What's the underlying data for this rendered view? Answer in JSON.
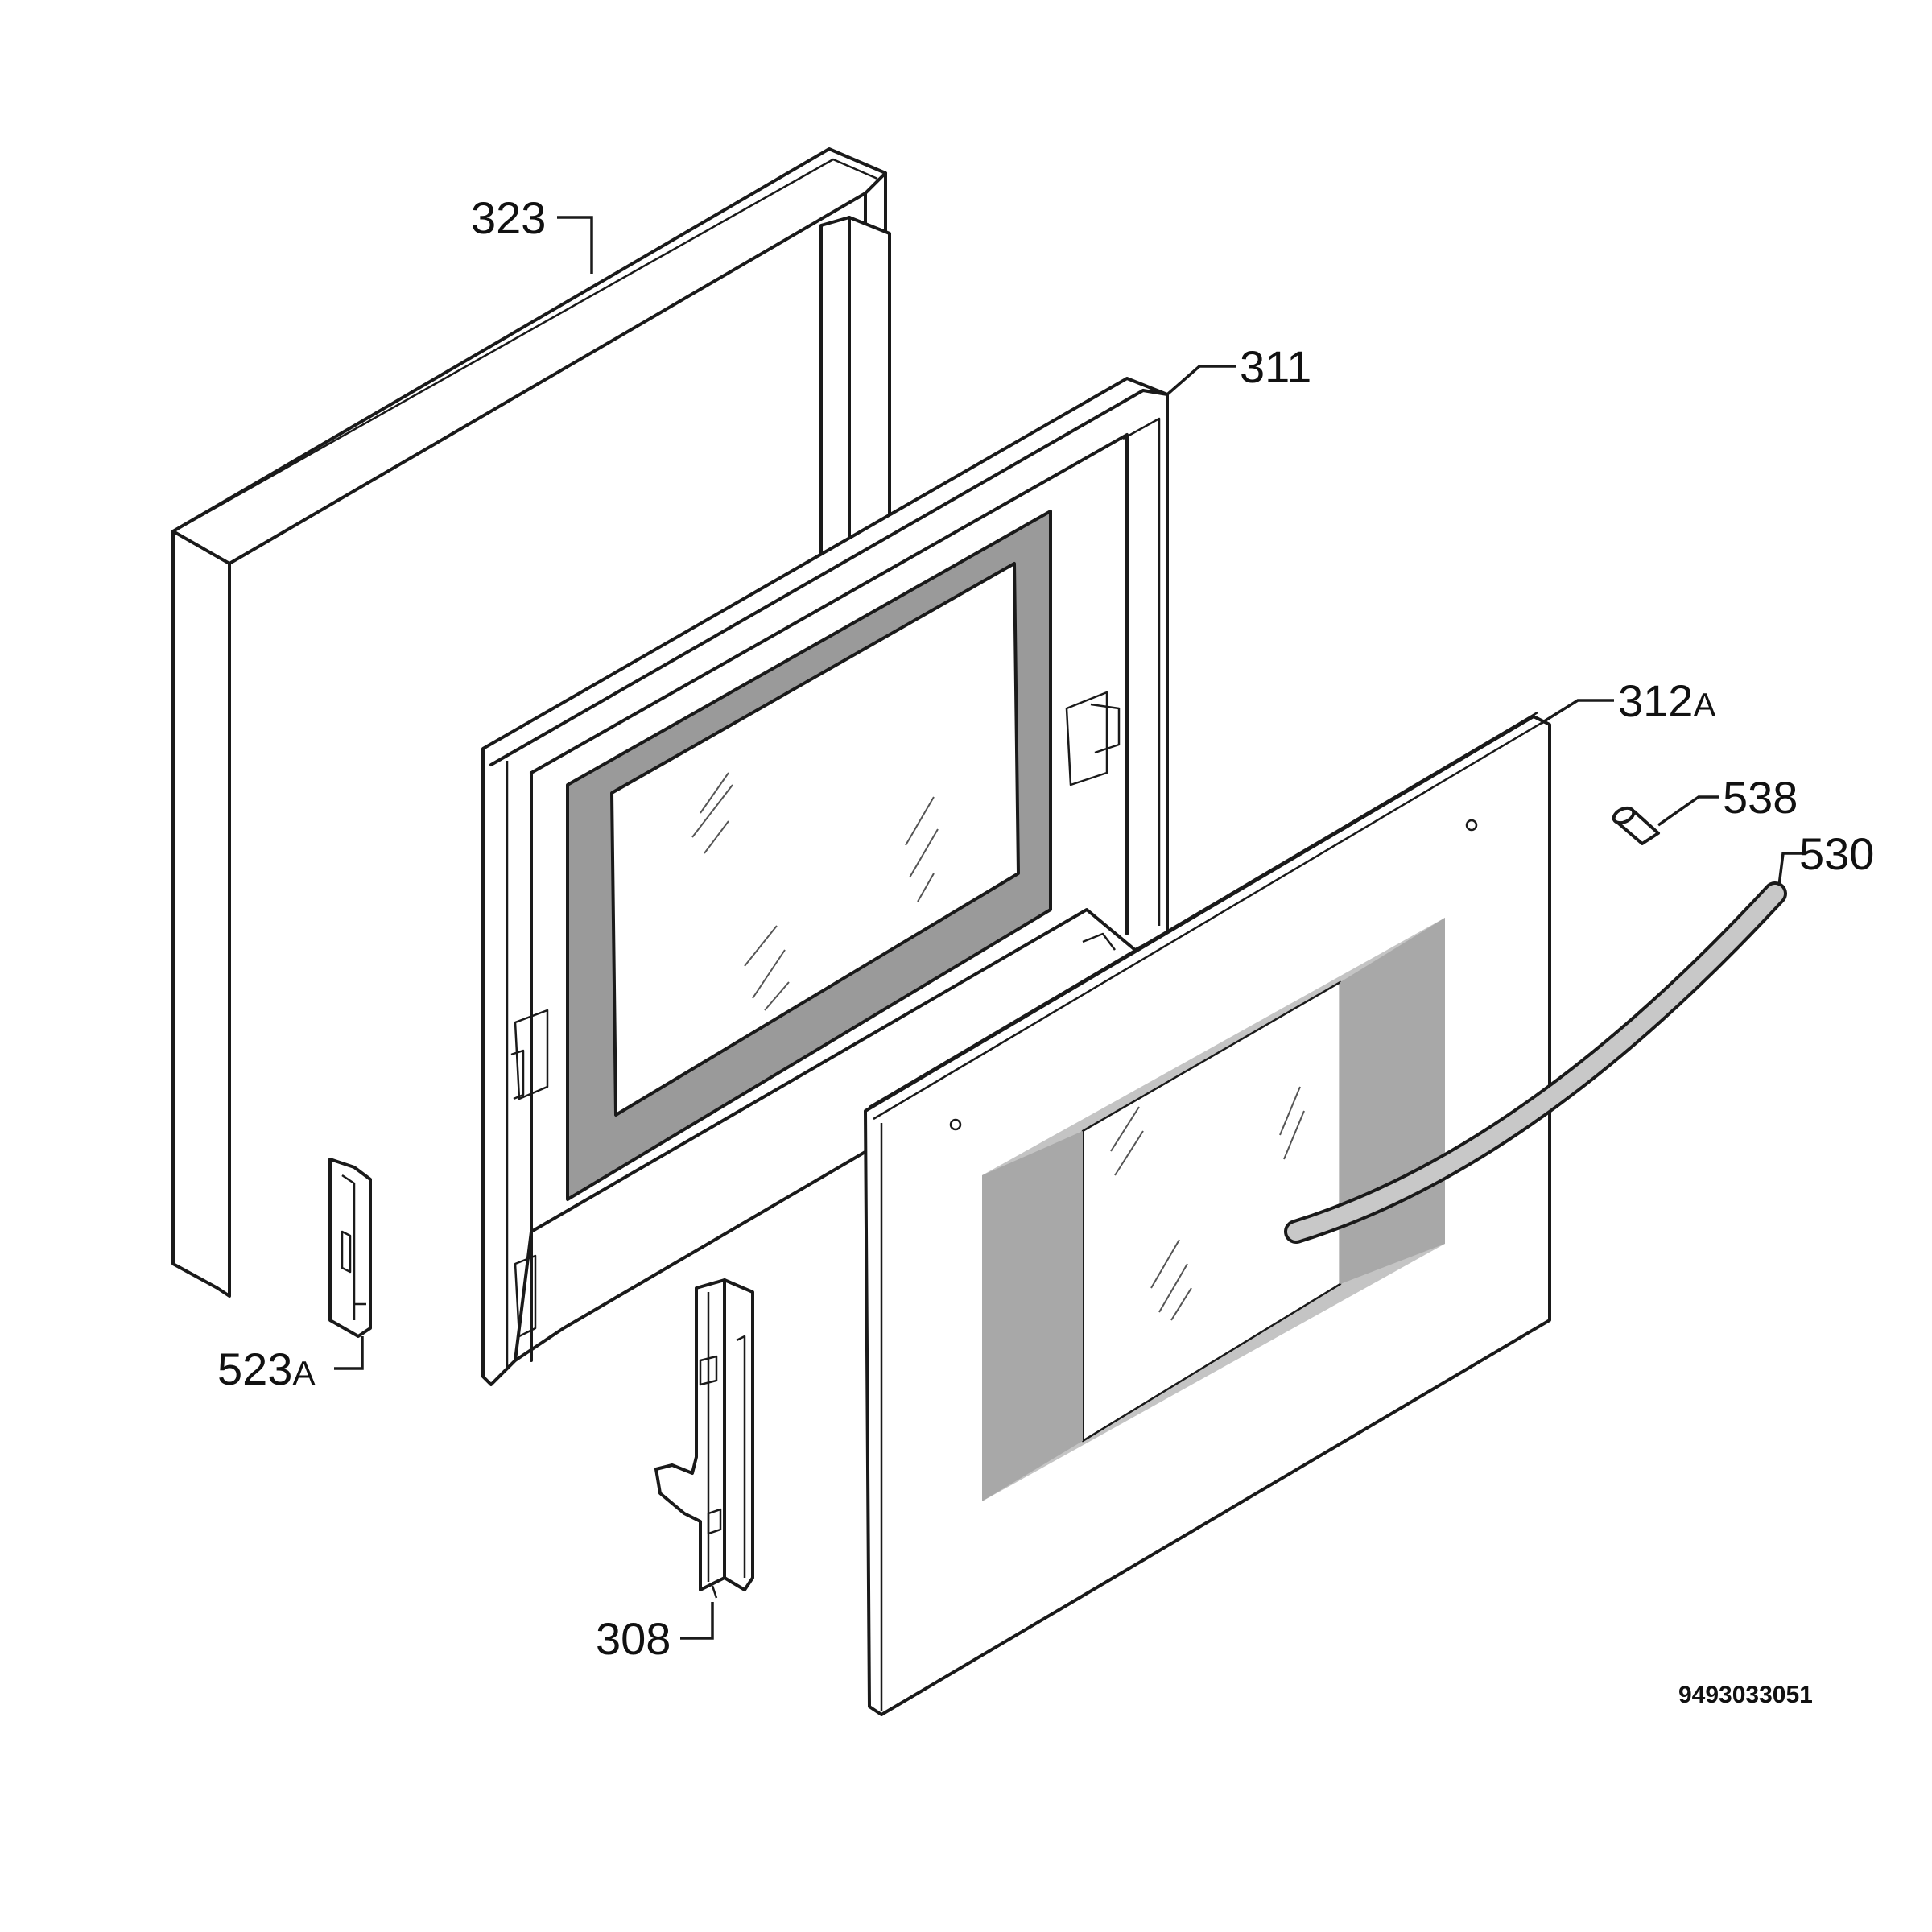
{
  "labels": {
    "p323": "323",
    "p311": "311",
    "p312": "312",
    "p312_suffix": "A",
    "p538": "538",
    "p530": "530",
    "p523": "523",
    "p523_suffix": "A",
    "p308": "308"
  },
  "drawing_code": "9493033051"
}
